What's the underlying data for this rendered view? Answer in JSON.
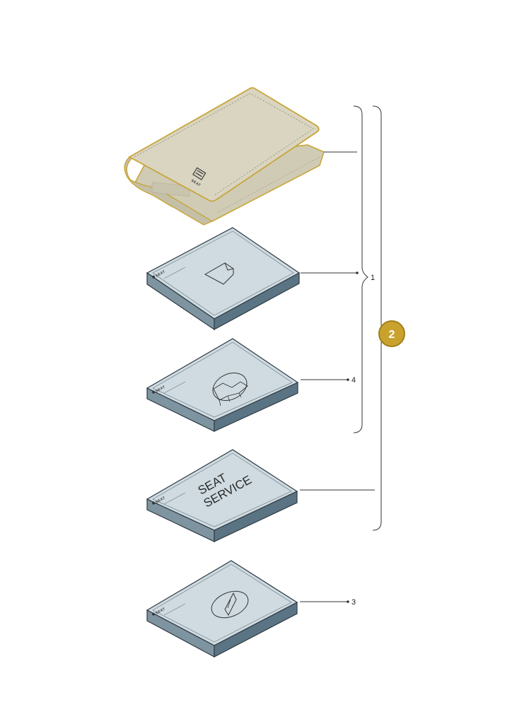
{
  "callouts": {
    "item_1": "1",
    "item_2": "2",
    "item_3": "3",
    "item_4": "4"
  },
  "brand_text": "SEAT",
  "manual_title_line1": "SEAT",
  "manual_title_line2": "SERVICE",
  "colors": {
    "wallet_fill": "#d6d2bd",
    "wallet_edge": "#c9a53a",
    "book_top": "#cfdbe0",
    "book_left": "#7e94a0",
    "book_right": "#5b7483",
    "badge": "#c9a22e",
    "line": "#333333"
  },
  "icons": [
    "document-icon",
    "car-engine-icon",
    "compass-icon",
    "seat-logo-icon"
  ]
}
